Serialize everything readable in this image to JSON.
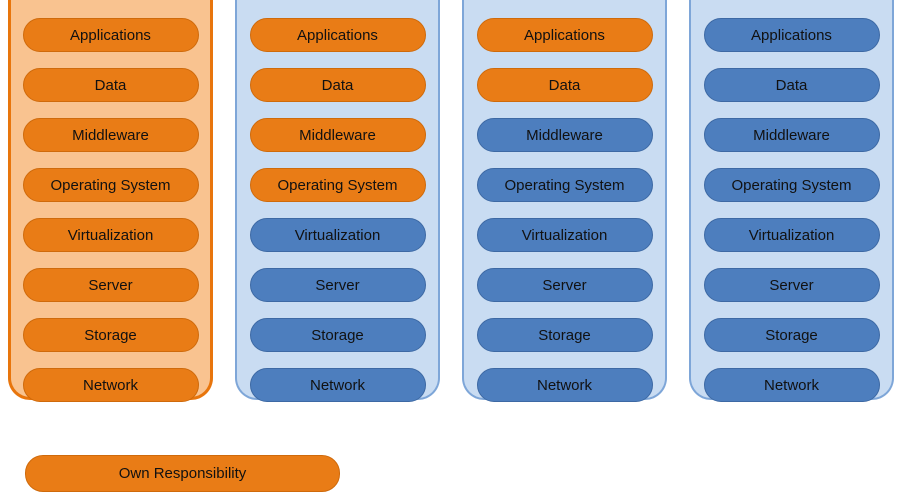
{
  "layers": [
    "Applications",
    "Data",
    "Middleware",
    "Operating System",
    "Virtualization",
    "Server",
    "Storage",
    "Network"
  ],
  "columns": [
    {
      "name": "column-1",
      "theme": "orange",
      "pill_types": [
        "own",
        "own",
        "own",
        "own",
        "own",
        "own",
        "own",
        "own"
      ]
    },
    {
      "name": "column-2",
      "theme": "blue",
      "pill_types": [
        "own",
        "own",
        "own",
        "own",
        "provider",
        "provider",
        "provider",
        "provider"
      ]
    },
    {
      "name": "column-3",
      "theme": "blue",
      "pill_types": [
        "own",
        "own",
        "provider",
        "provider",
        "provider",
        "provider",
        "provider",
        "provider"
      ]
    },
    {
      "name": "column-4",
      "theme": "blue",
      "pill_types": [
        "provider",
        "provider",
        "provider",
        "provider",
        "provider",
        "provider",
        "provider",
        "provider"
      ]
    }
  ],
  "legend": {
    "own_label": "Own Responsibility"
  },
  "colors": {
    "own_pill": "#e97c16",
    "provider_pill": "#4d7ebe",
    "own_container_bg": "#f9c390",
    "own_container_border": "#e8750c",
    "provider_container_bg": "#c9dcf2",
    "provider_container_border": "#7ea6d8"
  }
}
